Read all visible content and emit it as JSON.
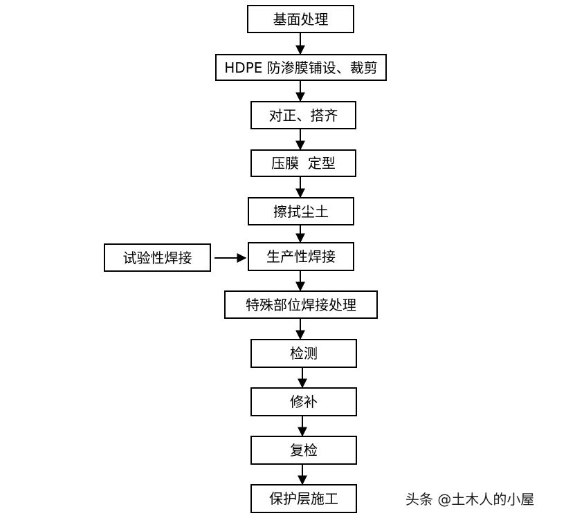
{
  "steps": [
    "基面处理",
    "HDPE 防渗膜铺设、裁剪",
    "对正、搭齐",
    "压膜  定型",
    "擦拭尘土",
    "生产性焊接",
    "特殊部位焊接处理",
    "检测",
    "修补",
    "复检",
    "保护层施工"
  ],
  "side_step": "试验性焊接",
  "watermark": "头条 @土木人的小屋"
}
